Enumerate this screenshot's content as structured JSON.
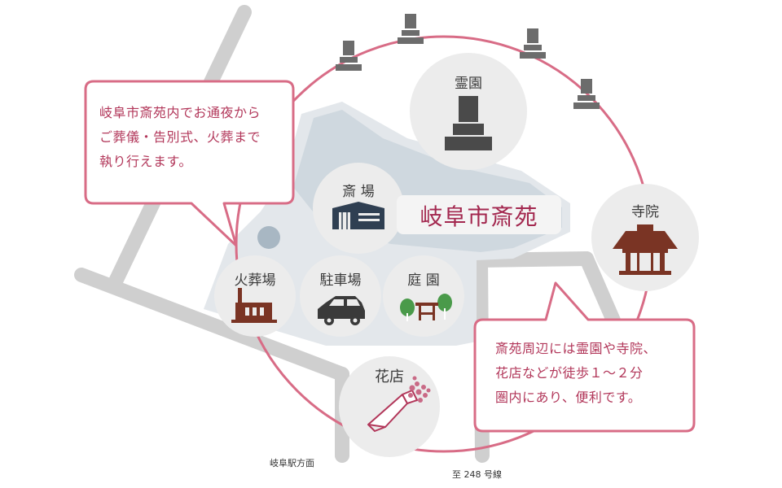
{
  "title": "岐阜市斎苑",
  "facilities": {
    "cemetery": "霊園",
    "temple": "寺院",
    "funeral_hall": "斎 場",
    "crematorium": "火葬場",
    "parking": "駐車場",
    "garden": "庭 園",
    "flower_shop": "花店"
  },
  "callouts": {
    "left": [
      "岐阜市斎苑内でお通夜から",
      "ご葬儀・告別式、火葬まで",
      "執り行えます。"
    ],
    "right": [
      "斎苑周辺には霊園や寺院、",
      "花店などが徒歩１～２分",
      "圏内にあり、便利です。"
    ]
  },
  "roads": {
    "station": "岐阜駅方面",
    "route": "至 248 号線"
  },
  "colors": {
    "accent": "#d86c86",
    "title_text": "#a3284f",
    "icon_brown": "#7a3424",
    "icon_green": "#4a9a4a",
    "circle_fill": "#ececec",
    "road": "#cfcfcf",
    "grounds": "#dfe3e8",
    "icon_dark": "#3a3a3a"
  }
}
